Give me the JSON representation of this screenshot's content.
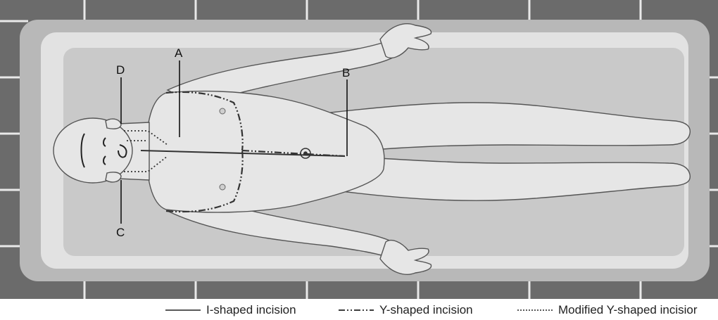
{
  "callouts": {
    "a": "A",
    "b": "B",
    "c": "C",
    "d": "D"
  },
  "legend": {
    "items": [
      {
        "label": "I-shaped incision",
        "style": "solid"
      },
      {
        "label": "Y-shaped incision",
        "style": "dash-dot-dot"
      },
      {
        "label": "Modified Y-shaped incisior",
        "style": "dotted"
      }
    ]
  },
  "colors": {
    "tiles": "#6b6b6b",
    "tile_grout": "#e9e9e9",
    "table_outer": "#b8b8b8",
    "table_rim": "#e2e2e2",
    "table_inner": "#c9c9c9",
    "body_fill": "#e6e6e6",
    "body_outline": "#555555",
    "incision": "#333333"
  }
}
